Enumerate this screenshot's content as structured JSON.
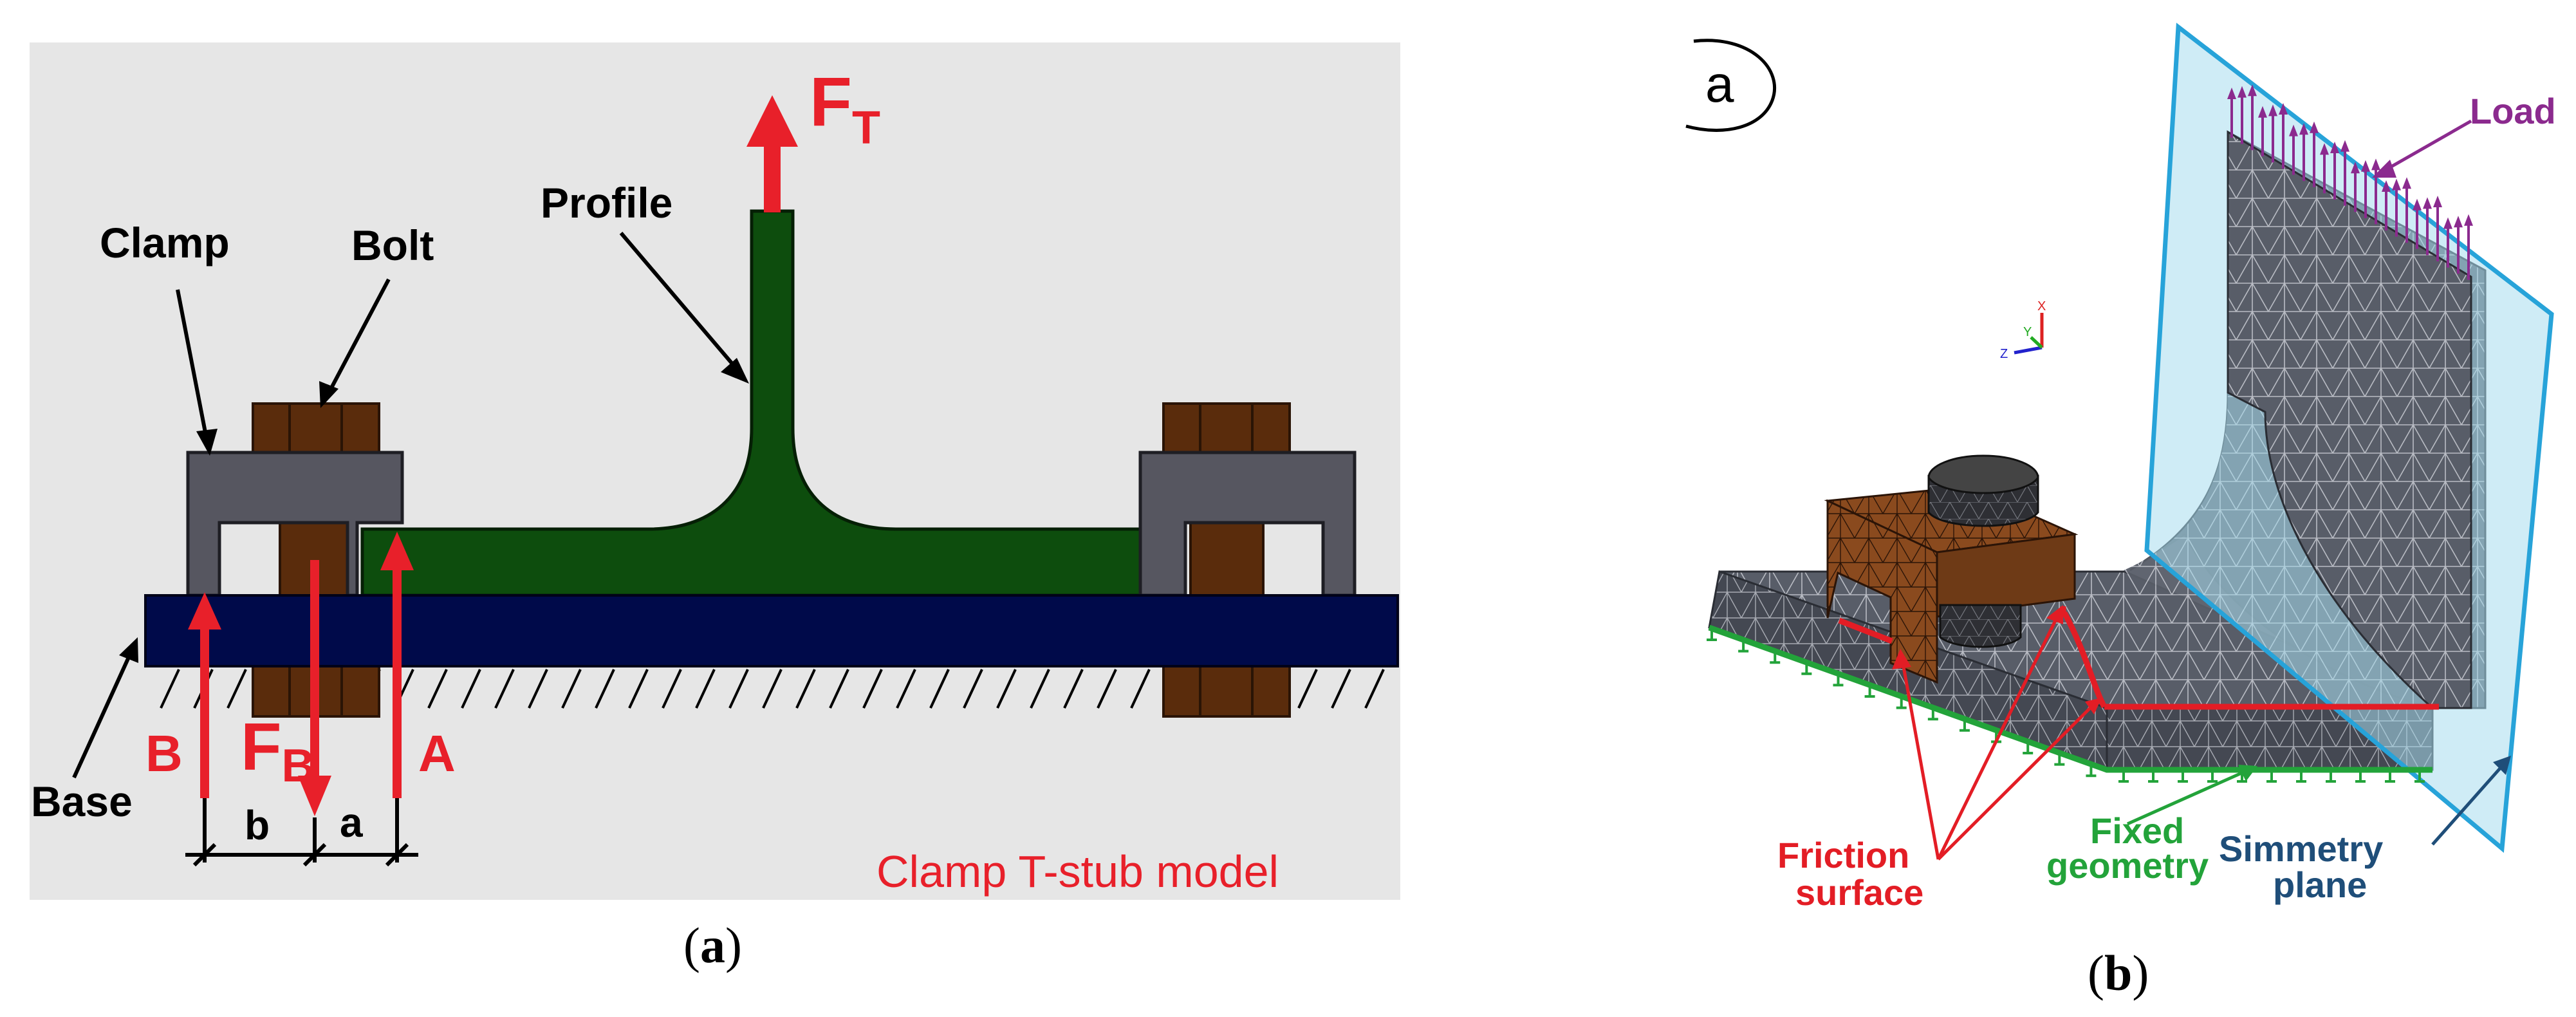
{
  "panel_a": {
    "labels": {
      "force_top": "F",
      "force_top_sub": "T",
      "profile": "Profile",
      "clamp": "Clamp",
      "bolt": "Bolt",
      "base": "Base",
      "reaction_b": "B",
      "bolt_force": "F",
      "bolt_force_sub": "B",
      "reaction_a": "A",
      "dim_b": "b",
      "dim_a": "a",
      "model_title": "Clamp T-stub  model"
    },
    "caption": {
      "open": "(",
      "letter": "a",
      "close": ")"
    },
    "colors": {
      "background": "#e6e6e6",
      "profile": "#0d4d0d",
      "base": "#000a4a",
      "clamp": "#565660",
      "bolt": "#5a2c0c",
      "force": "#e8202a"
    }
  },
  "panel_b": {
    "tag": "a",
    "axes": {
      "x": "X",
      "y": "Y",
      "z": "Z"
    },
    "labels": {
      "load": "Load",
      "friction_line1": "Friction",
      "friction_line2": "surface",
      "fixed_line1": "Fixed",
      "fixed_line2": "geometry",
      "symmetry_line1": "Simmetry",
      "symmetry_line2": "plane"
    },
    "caption": {
      "open": "(",
      "letter": "b",
      "close": ")"
    },
    "colors": {
      "load": "#8b2a8e",
      "friction": "#e31d25",
      "fixed": "#23a33a",
      "symmetry": "#1f4e79",
      "plane_fill": "#a7dcef",
      "plane_edge": "#27a3d9",
      "mesh": "#505560",
      "clamp": "#8a4a1e",
      "bolt": "#2a2a2e"
    }
  }
}
